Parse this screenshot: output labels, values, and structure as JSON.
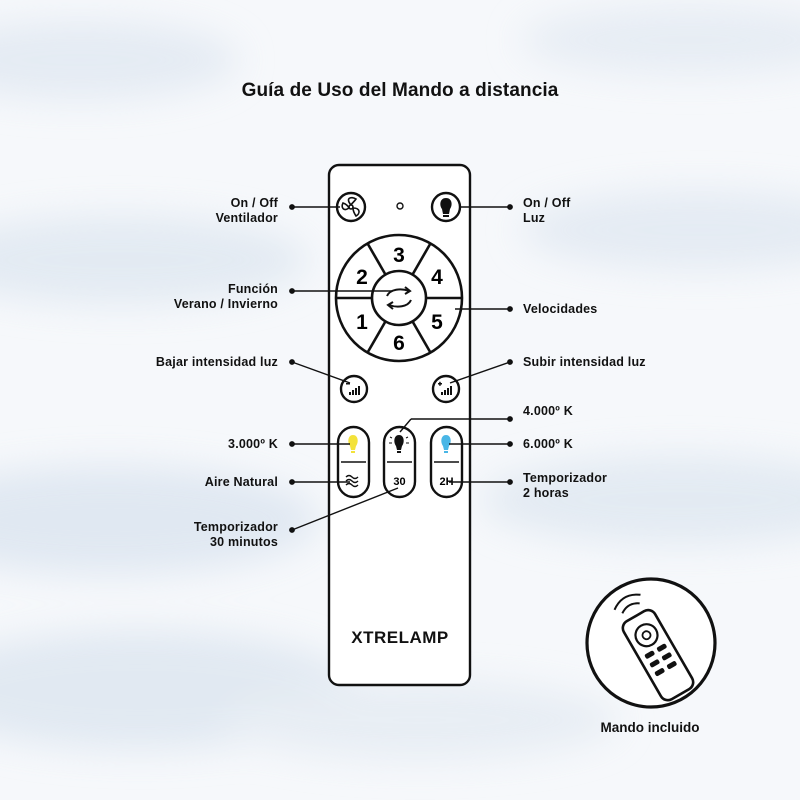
{
  "title": "Guía de Uso del Mando a distancia",
  "brand": "XTRELAMP",
  "dial_numbers": [
    "3",
    "4",
    "5",
    "6",
    "1",
    "2"
  ],
  "keys": {
    "timer_30": "30",
    "timer_2h": "2H"
  },
  "labels": {
    "fan_onoff": [
      "On / Off",
      "Ventilador"
    ],
    "light_onoff": [
      "On / Off",
      "Luz"
    ],
    "season": [
      "Función",
      "Verano / Invierno"
    ],
    "speeds": "Velocidades",
    "dim_down": "Bajar intensidad luz",
    "dim_up": "Subir intensidad luz",
    "k4000": "4.000º K",
    "k3000": "3.000º K",
    "k6000": "6.000º K",
    "natural_air": "Aire Natural",
    "timer2h": [
      "Temporizador",
      "2 horas"
    ],
    "timer30": [
      "Temporizador",
      "30 minutos"
    ]
  },
  "caption": "Mando incluido",
  "colors": {
    "warm_bulb": "#f3e23a",
    "cold_bulb": "#49b6e6",
    "ink": "#111111"
  }
}
